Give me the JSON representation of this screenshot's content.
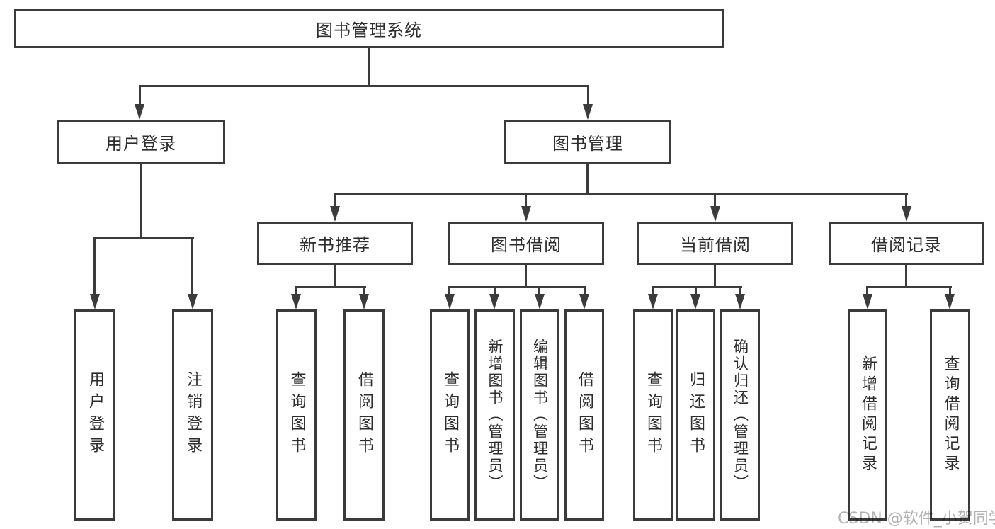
{
  "diagram_type": "hierarchy-tree",
  "tree": {
    "label": "图书管理系统",
    "children": [
      {
        "label": "用户登录",
        "children": [
          {
            "label": "用户登录"
          },
          {
            "label": "注销登录"
          }
        ]
      },
      {
        "label": "图书管理",
        "children": [
          {
            "label": "新书推荐",
            "children": [
              {
                "label": "查询图书"
              },
              {
                "label": "借阅图书"
              }
            ]
          },
          {
            "label": "图书借阅",
            "children": [
              {
                "label": "查询图书"
              },
              {
                "label": "新增图书（管理员）"
              },
              {
                "label": "编辑图书（管理员）"
              },
              {
                "label": "借阅图书"
              }
            ]
          },
          {
            "label": "当前借阅",
            "children": [
              {
                "label": "查询图书"
              },
              {
                "label": "归还图书"
              },
              {
                "label": "确认归还（管理员）"
              }
            ]
          },
          {
            "label": "借阅记录",
            "children": [
              {
                "label": "新增借阅记录"
              },
              {
                "label": "查询借阅记录"
              }
            ]
          }
        ]
      }
    ]
  },
  "watermark": {
    "text": "CSDN @软件_小贺同学",
    "color": "#b3b3b3"
  },
  "colors": {
    "line": "#3b3b3b",
    "text": "#2d2d2d",
    "background": "#ffffff",
    "watermark": "#b3b3b3"
  }
}
